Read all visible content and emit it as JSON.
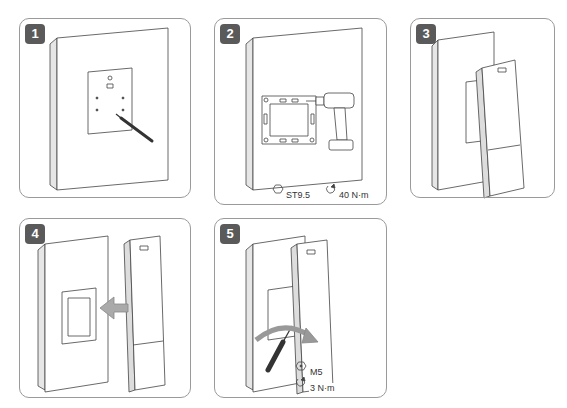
{
  "diagram": {
    "nodes": [
      {
        "text": [
          "1"
        ]
      },
      {
        "text": [
          "2",
          "ST9.5",
          "40 N·m"
        ]
      },
      {
        "text": [
          "3"
        ]
      },
      {
        "text": [
          "4"
        ]
      },
      {
        "text": [
          "5",
          "M5",
          "3 N·m"
        ]
      }
    ]
  }
}
